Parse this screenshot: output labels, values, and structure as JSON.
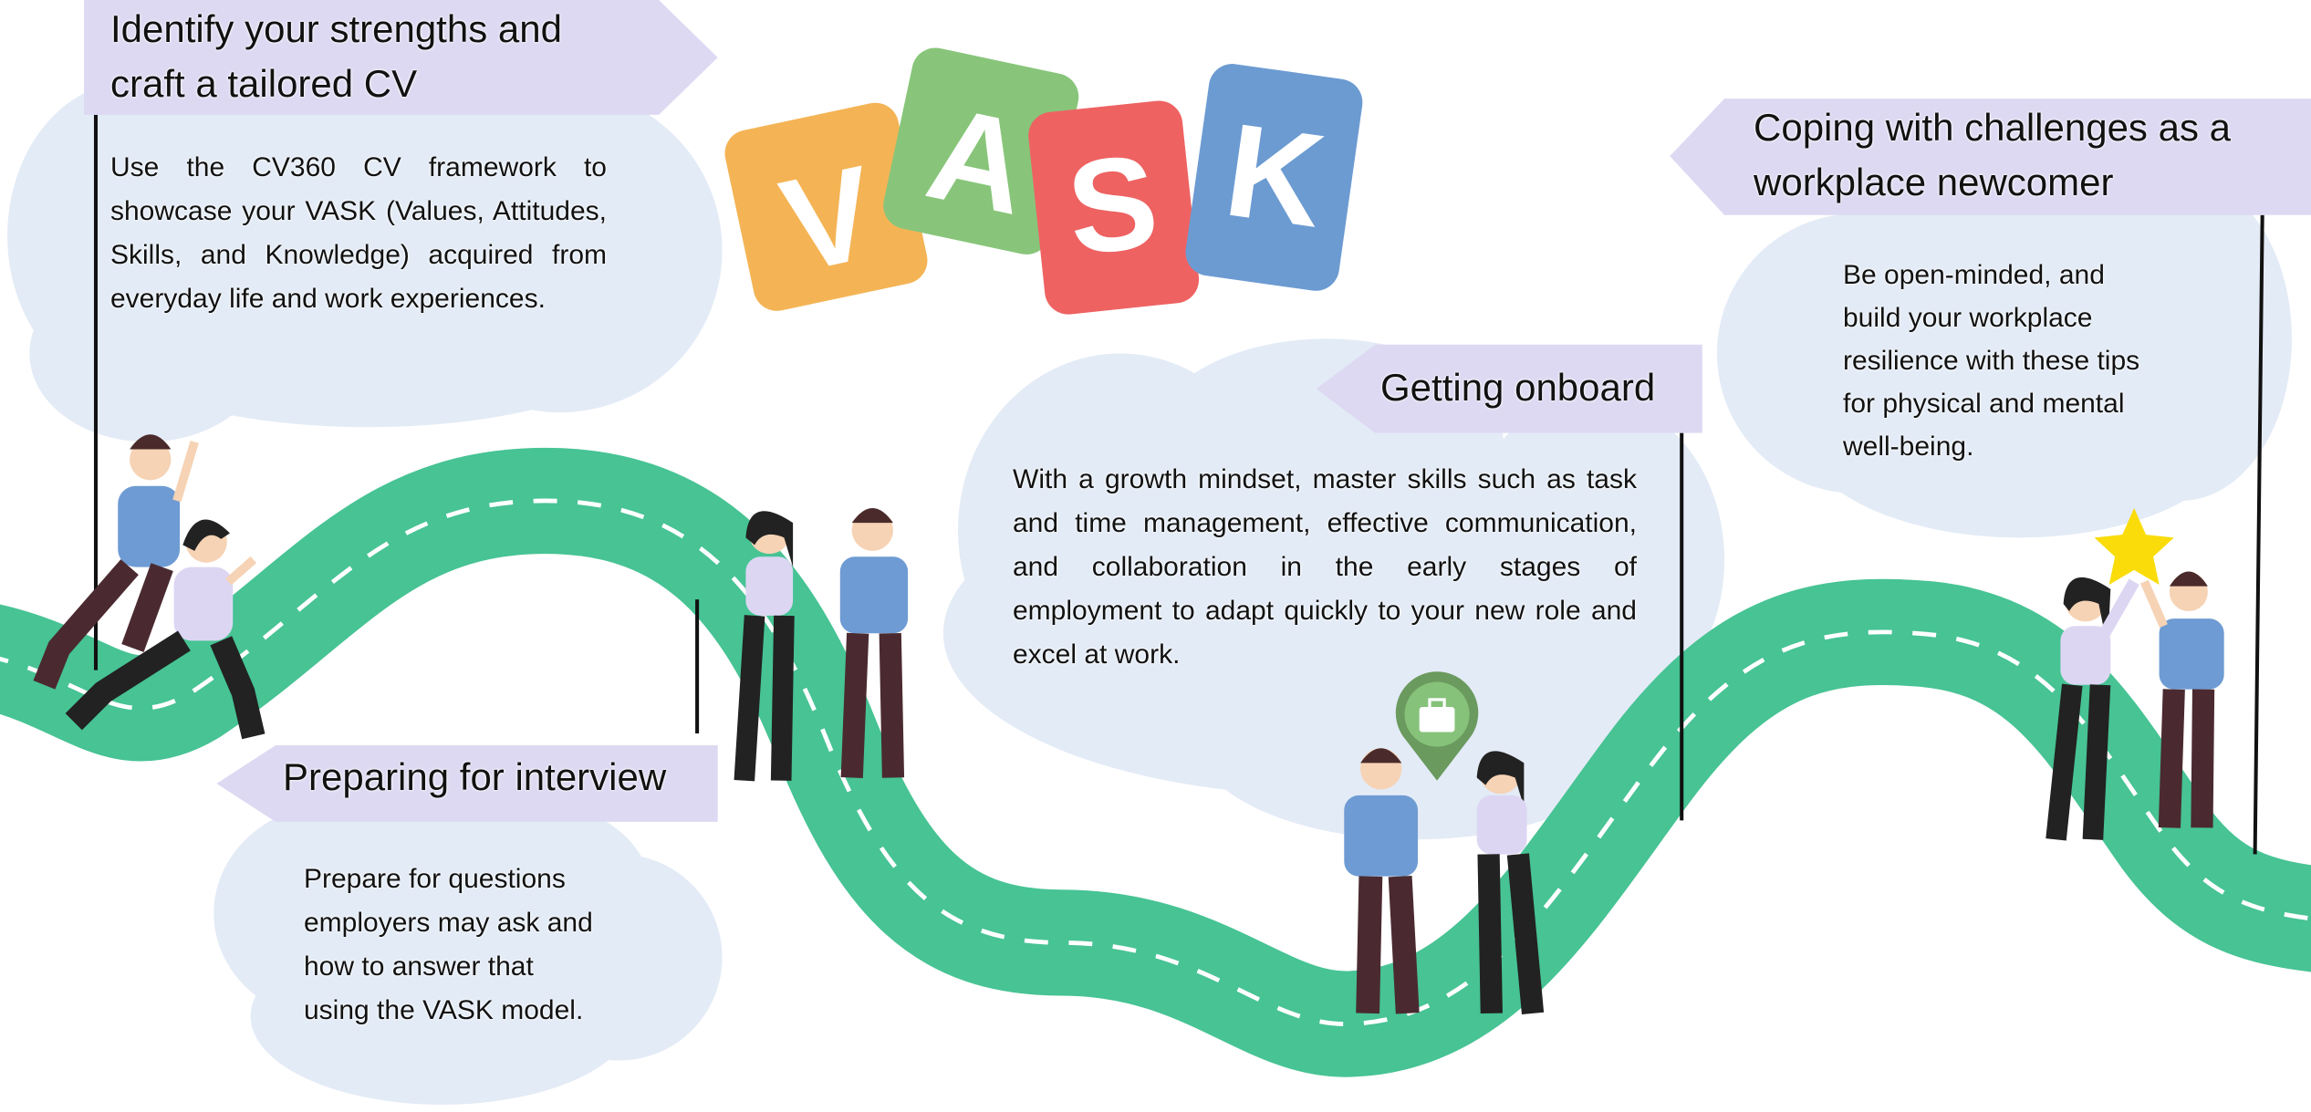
{
  "logo": {
    "letters": [
      "V",
      "A",
      "S",
      "K"
    ],
    "colors": [
      "#F4B455",
      "#88C57A",
      "#EE6262",
      "#6C9BD2"
    ]
  },
  "steps": [
    {
      "title_lines": [
        "Identify your strengths and",
        "craft a tailored CV"
      ],
      "body": "Use the CV360 CV framework to showcase your VASK (Values, Attitudes, Skills, and Knowledge) acquired from everyday life and work experiences."
    },
    {
      "title": "Preparing for interview",
      "body_lines": [
        "Prepare for questions",
        "employers may ask and",
        "how to answer that",
        "using the VASK model."
      ]
    },
    {
      "title": "Getting onboard",
      "body": "With a growth mindset, master skills such as task and time management, effective communication, and collaboration in the early stages of employment to adapt quickly to your new role and excel at work."
    },
    {
      "title_lines": [
        "Coping with challenges as a",
        "workplace newcomer"
      ],
      "body_lines": [
        "Be open-minded, and",
        "build your workplace",
        "resilience with these tips",
        "for physical and mental",
        "well-being."
      ]
    }
  ],
  "colors": {
    "banner": "#DDD9F2",
    "cloud": "#E3EBF6",
    "road": "#47C394",
    "shirt_blue": "#6E9BD3",
    "shirt_lavender": "#DCD6F3",
    "pin": "#6A9A5E",
    "star": "#F9DC0A"
  }
}
